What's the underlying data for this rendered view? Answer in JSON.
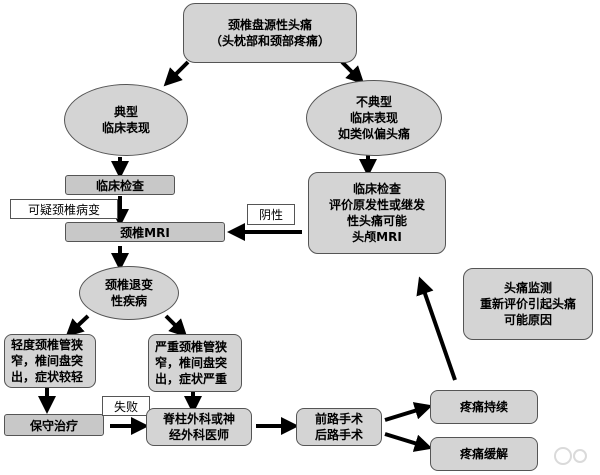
{
  "nodes": {
    "top": {
      "lines": [
        "颈椎盘源性头痛",
        "（头枕部和颈部疼痛）"
      ]
    },
    "typical": {
      "lines": [
        "典型",
        "临床表现"
      ]
    },
    "atypical": {
      "lines": [
        "不典型",
        "临床表现",
        "如类似偏头痛"
      ]
    },
    "clinical_exam": {
      "text": "临床检查"
    },
    "atypical_exam": {
      "lines": [
        "临床检查",
        "评价原发性或继发",
        "性头痛可能",
        "头颅MRI"
      ]
    },
    "suspect_tag": {
      "text": "可疑颈椎病变"
    },
    "negative_tag": {
      "text": "阴性"
    },
    "cervical_mri": {
      "text": "颈椎MRI"
    },
    "degenerative": {
      "lines": [
        "颈椎退变",
        "性疾病"
      ]
    },
    "monitor": {
      "lines": [
        "头痛监测",
        "重新评价引起头痛",
        "可能原因"
      ]
    },
    "mild": {
      "lines": [
        "轻度颈椎管狭",
        "窄，椎间盘突",
        "出，症状较轻"
      ]
    },
    "severe": {
      "lines": [
        "严重颈椎管狭",
        "窄，椎间盘突",
        "出，症状严重"
      ]
    },
    "conservative": {
      "text": "保守治疗"
    },
    "failure_tag": {
      "text": "失败"
    },
    "surgeon": {
      "lines": [
        "脊柱外科或神",
        "经外科医师"
      ]
    },
    "surgery": {
      "lines": [
        "前路手术",
        "后路手术"
      ]
    },
    "persist": {
      "text": "疼痛持续"
    },
    "relief": {
      "text": "疼痛缓解"
    }
  },
  "colors": {
    "box_fill": "#d4d4d4",
    "border": "#555555",
    "arrow": "#000000"
  }
}
